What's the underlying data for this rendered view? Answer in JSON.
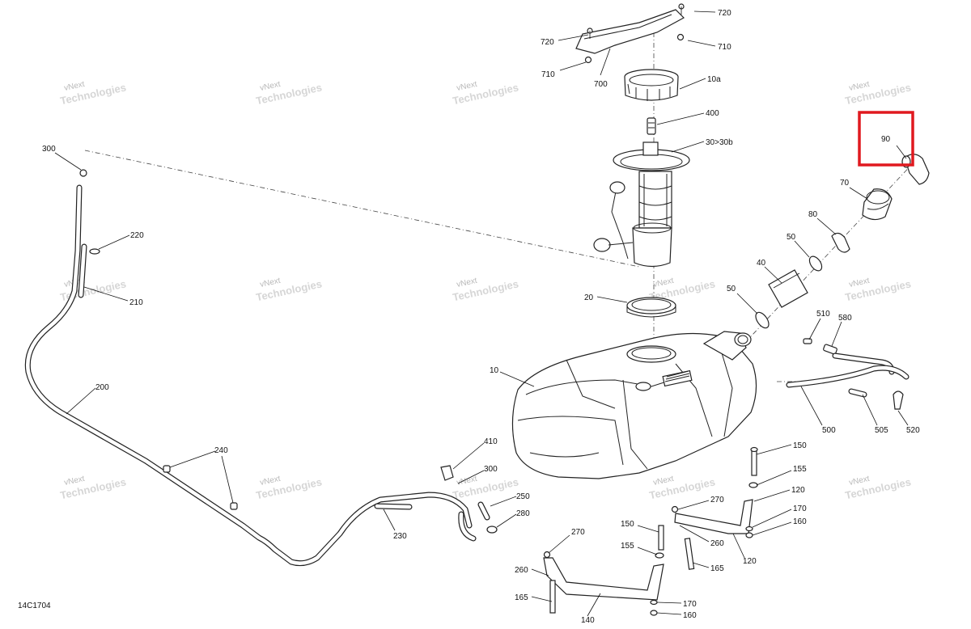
{
  "drawing_code": "14C1704",
  "watermark": {
    "line1": "vNext",
    "line2": "Technologies",
    "line3": "vNext Technologies"
  },
  "highlight": {
    "color": "#e0191f",
    "label": "90"
  },
  "labels": {
    "p720a": "720",
    "p720b": "720",
    "p710a": "710",
    "p710b": "710",
    "p700": "700",
    "p10a": "10a",
    "p400": "400",
    "p30": "30>30b",
    "p300a": "300",
    "p220": "220",
    "p210": "210",
    "p200": "200",
    "p20": "20",
    "p10": "10",
    "p90": "90",
    "p70": "70",
    "p80": "80",
    "p50a": "50",
    "p40": "40",
    "p50b": "50",
    "p510": "510",
    "p580": "580",
    "p500": "500",
    "p505": "505",
    "p520": "520",
    "p410": "410",
    "p300b": "300",
    "p250": "250",
    "p280": "280",
    "p240": "240",
    "p230": "230",
    "p150a": "150",
    "p155a": "155",
    "p120a": "120",
    "p170a": "170",
    "p160a": "160",
    "p270a": "270",
    "p260a": "260",
    "p120b": "120",
    "p150b": "150",
    "p155b": "155",
    "p165a": "165",
    "p270b": "270",
    "p260b": "260",
    "p165b": "165",
    "p140": "140",
    "p170b": "170",
    "p160b": "160"
  },
  "colors": {
    "line": "#222222",
    "text": "#111111",
    "watermark": "#b9b9b9"
  }
}
